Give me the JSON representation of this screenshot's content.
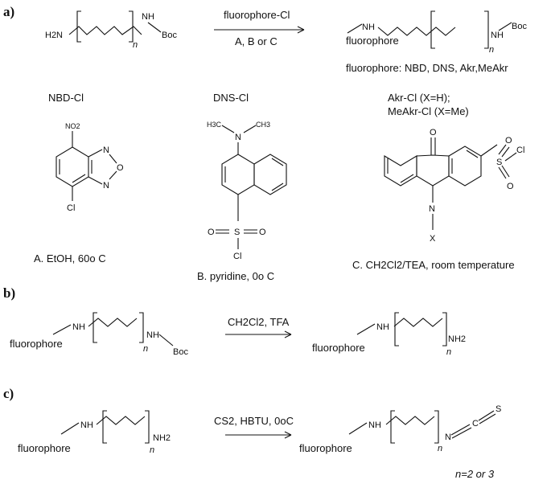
{
  "panels": {
    "a": {
      "label": "a)",
      "reactant": {
        "amine": "H2N",
        "nh": "NH",
        "boc": "Boc",
        "n": "n"
      },
      "reagent": "fluorophore-Cl",
      "conditions": "A, B or C",
      "product": {
        "nh": "NH",
        "nh2": "NH",
        "boc": "Boc",
        "fluorophore": "fluorophore",
        "n": "n"
      },
      "fluorophore_list": "fluorophore: NBD, DNS, Akr,MeAkr",
      "reagents": {
        "nbd": {
          "name": "NBD-Cl",
          "atoms": {
            "no2": "NO2",
            "n1": "N",
            "o": "O",
            "n2": "N",
            "cl": "Cl"
          },
          "condition": "A. EtOH, 60o C"
        },
        "dns": {
          "name": "DNS-Cl",
          "atoms": {
            "h3c": "H3C",
            "ch3": "CH3",
            "n": "N",
            "s": "S",
            "o1": "O",
            "o2": "O",
            "cl": "Cl"
          },
          "condition": "B. pyridine, 0o C"
        },
        "akr": {
          "name_line1": "Akr-Cl (X=H);",
          "name_line2": "MeAkr-Cl (X=Me)",
          "atoms": {
            "o": "O",
            "n": "N",
            "x": "X",
            "s": "S",
            "o1": "O",
            "o2": "O",
            "cl": "Cl"
          },
          "condition": "C. CH2Cl2/TEA, room temperature"
        }
      }
    },
    "b": {
      "label": "b)",
      "reactant": {
        "nh": "NH",
        "nh2": "NH",
        "boc": "Boc",
        "fluorophore": "fluorophore",
        "n": "n"
      },
      "conditions": "CH2Cl2, TFA",
      "product": {
        "nh": "NH",
        "nh2": "NH2",
        "fluorophore": "fluorophore",
        "n": "n"
      }
    },
    "c": {
      "label": "c)",
      "reactant": {
        "nh": "NH",
        "nh2": "NH2",
        "fluorophore": "fluorophore",
        "n": "n"
      },
      "conditions": "CS2, HBTU, 0oC",
      "product": {
        "nh": "NH",
        "n_atom": "N",
        "c": "C",
        "s": "S",
        "fluorophore": "fluorophore",
        "n": "n"
      }
    }
  },
  "footnote": "n=2 or 3"
}
